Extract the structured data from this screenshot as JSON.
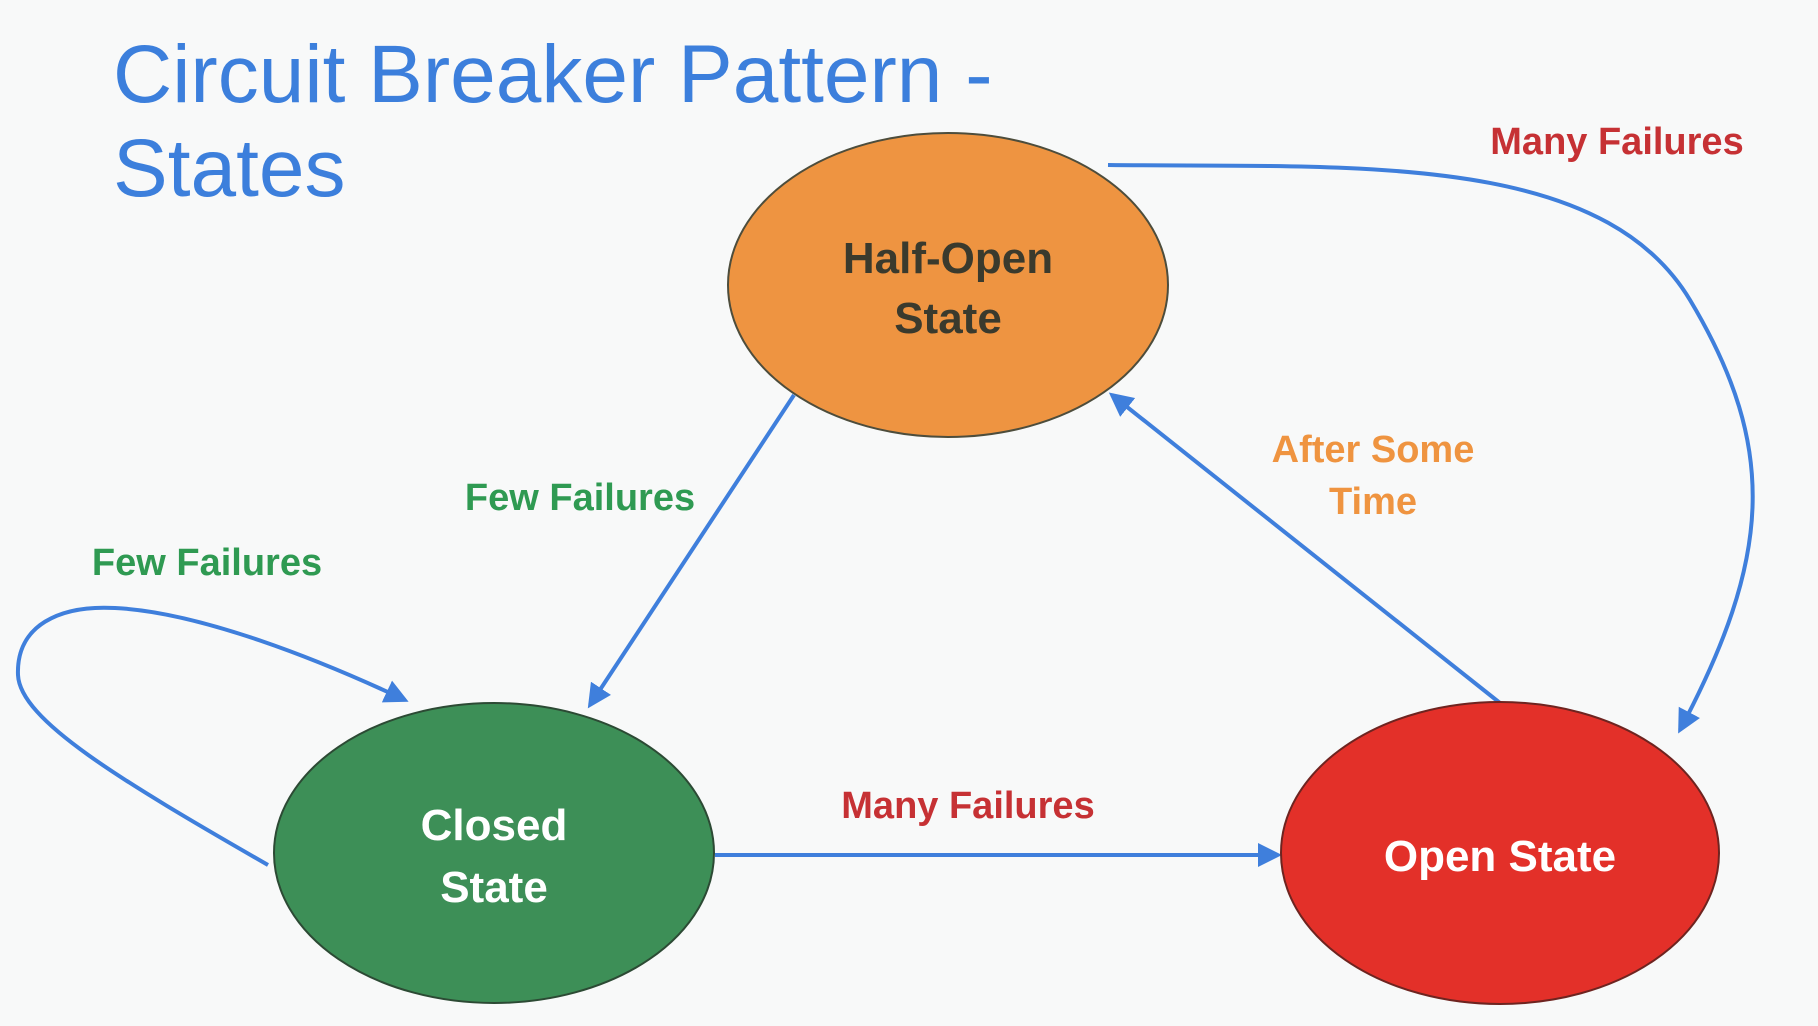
{
  "title": {
    "line1": "Circuit Breaker Pattern -",
    "line2": "States"
  },
  "colors": {
    "title": "#3c7fdc",
    "arrow": "#3f7fdc",
    "half_open_fill": "#ee9441",
    "closed_fill": "#3d8f57",
    "open_fill": "#e33029",
    "label_green": "#2f9a52",
    "label_red": "#c63134",
    "label_orange": "#ef9440"
  },
  "nodes": {
    "half_open": {
      "line1": "Half-Open",
      "line2": "State"
    },
    "closed": {
      "line1": "Closed",
      "line2": "State"
    },
    "open": {
      "line1": "Open State"
    }
  },
  "edges": {
    "closed_self_loop": "Few Failures",
    "half_open_to_closed": "Few Failures",
    "closed_to_open": "Many Failures",
    "open_to_half_open": {
      "line1": "After Some",
      "line2": "Time"
    },
    "half_open_to_open": "Many Failures"
  }
}
